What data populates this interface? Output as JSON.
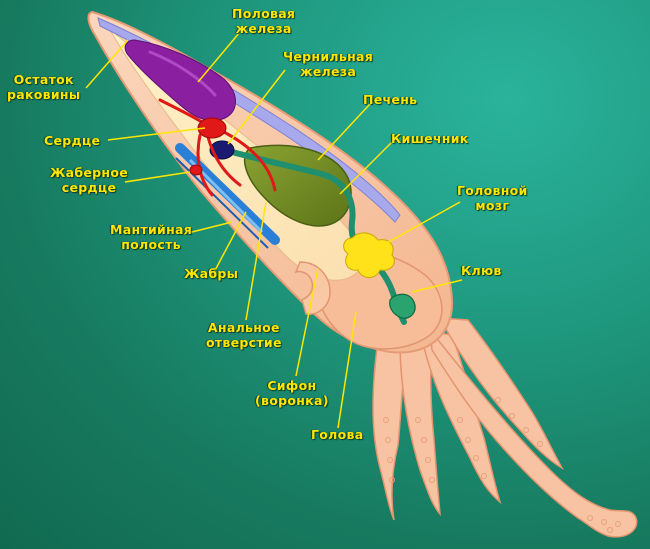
{
  "labels": {
    "gonad": [
      "Половая",
      "железа"
    ],
    "shell": [
      "Остаток",
      "раковины"
    ],
    "ink": [
      "Чернильная",
      "железа"
    ],
    "liver": "Печень",
    "heart": "Сердце",
    "intestine": "Кишечник",
    "branchial_heart": [
      "Жаберное",
      "сердце"
    ],
    "brain": [
      "Головной",
      "мозг"
    ],
    "mantle": [
      "Мантийная",
      "полость"
    ],
    "beak": "Клюв",
    "gills": "Жабры",
    "anus": [
      "Анальное",
      "отверстие"
    ],
    "siphon": [
      "Сифон",
      "(воронка)"
    ],
    "head": "Голова"
  },
  "colors": {
    "label_text": "#ffe600",
    "body": "#f7c6a3",
    "gonad": "#8a1fa0",
    "liver": "#6e8a1e",
    "intestine": "#1f8f70",
    "heart": "#e01818",
    "gills": "#2a7fd6",
    "shell": "#9a9ee8",
    "brain": "#ffe21a"
  }
}
